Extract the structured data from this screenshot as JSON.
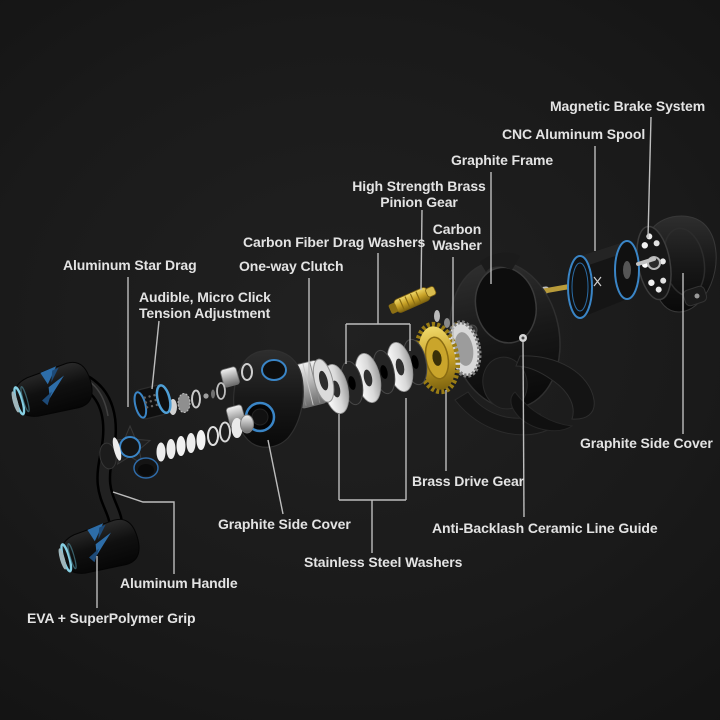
{
  "diagram": {
    "subject": "Baitcasting fishing reel exploded parts view",
    "colors": {
      "background": "#1a1a1a",
      "label_text": "#e3e3e3",
      "leader_line": "#b5b5b5",
      "accent_blue": "#3a85c6",
      "grip_blue": "#2d6da8",
      "brass_gold": "#c9a227",
      "part_black": "#141414",
      "part_silver": "#d8d8d8"
    },
    "labels": {
      "magnetic_brake": "Magnetic Brake System",
      "spool": "CNC Aluminum Spool",
      "frame": "Graphite Frame",
      "pinion_gear": "High Strength Brass\nPinion Gear",
      "carbon_washer": "Carbon\nWasher",
      "drag_washers": "Carbon Fiber Drag Washers",
      "one_way_clutch": "One-way Clutch",
      "star_drag": "Aluminum Star Drag",
      "tension_adjustment": "Audible, Micro Click\nTension Adjustment",
      "side_cover_right": "Graphite Side Cover",
      "drive_gear": "Brass Drive Gear",
      "line_guide": "Anti-Backlash Ceramic Line Guide",
      "side_cover_left": "Graphite Side Cover",
      "steel_washers": "Stainless Steel Washers",
      "handle": "Aluminum Handle",
      "grip": "EVA + SuperPolymer Grip"
    }
  }
}
